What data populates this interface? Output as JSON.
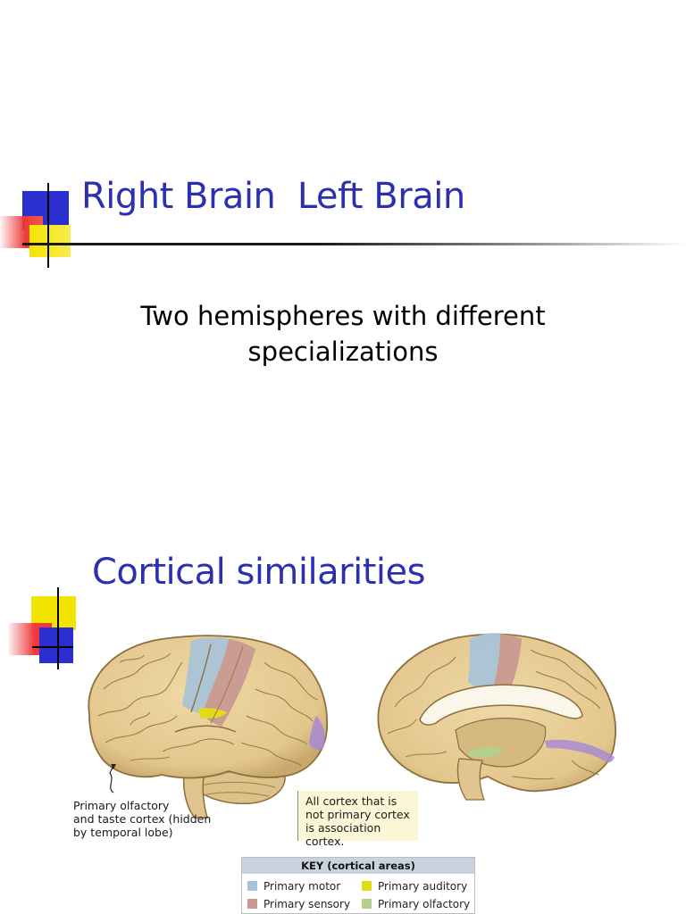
{
  "slides": [
    {
      "title": "Right Brain  Left Brain",
      "body_lines": [
        "Two hemispheres with different",
        "specializations"
      ]
    },
    {
      "title": "Cortical similarities",
      "figure": {
        "olfactory_label": [
          "Primary olfactory",
          "and taste cortex (hidden",
          "by temporal lobe)"
        ],
        "note_lines": [
          "All cortex that is",
          "not primary cortex",
          "is association cortex."
        ],
        "key": {
          "title": "KEY (cortical areas)",
          "items": [
            {
              "label": "Primary motor",
              "color": "#a9c3d6"
            },
            {
              "label": "Primary auditory",
              "color": "#e3dc14"
            },
            {
              "label": "Primary sensory",
              "color": "#c99a91"
            },
            {
              "label": "Primary olfactory",
              "color": "#b3d08e"
            }
          ]
        }
      }
    }
  ],
  "colors": {
    "title_blue": "#2b30b0",
    "deco_blue": "#2b2fd0",
    "deco_red": "#ee3a3a",
    "deco_yellow": "#f3e400",
    "brain_tan": "#e7cd96",
    "motor_blue": "#a9c3d6",
    "sensory_rose": "#c99a91",
    "auditory_yellow": "#e3dc14",
    "visual_purple": "#a98bd1",
    "olfactory_green": "#b3d08e"
  }
}
